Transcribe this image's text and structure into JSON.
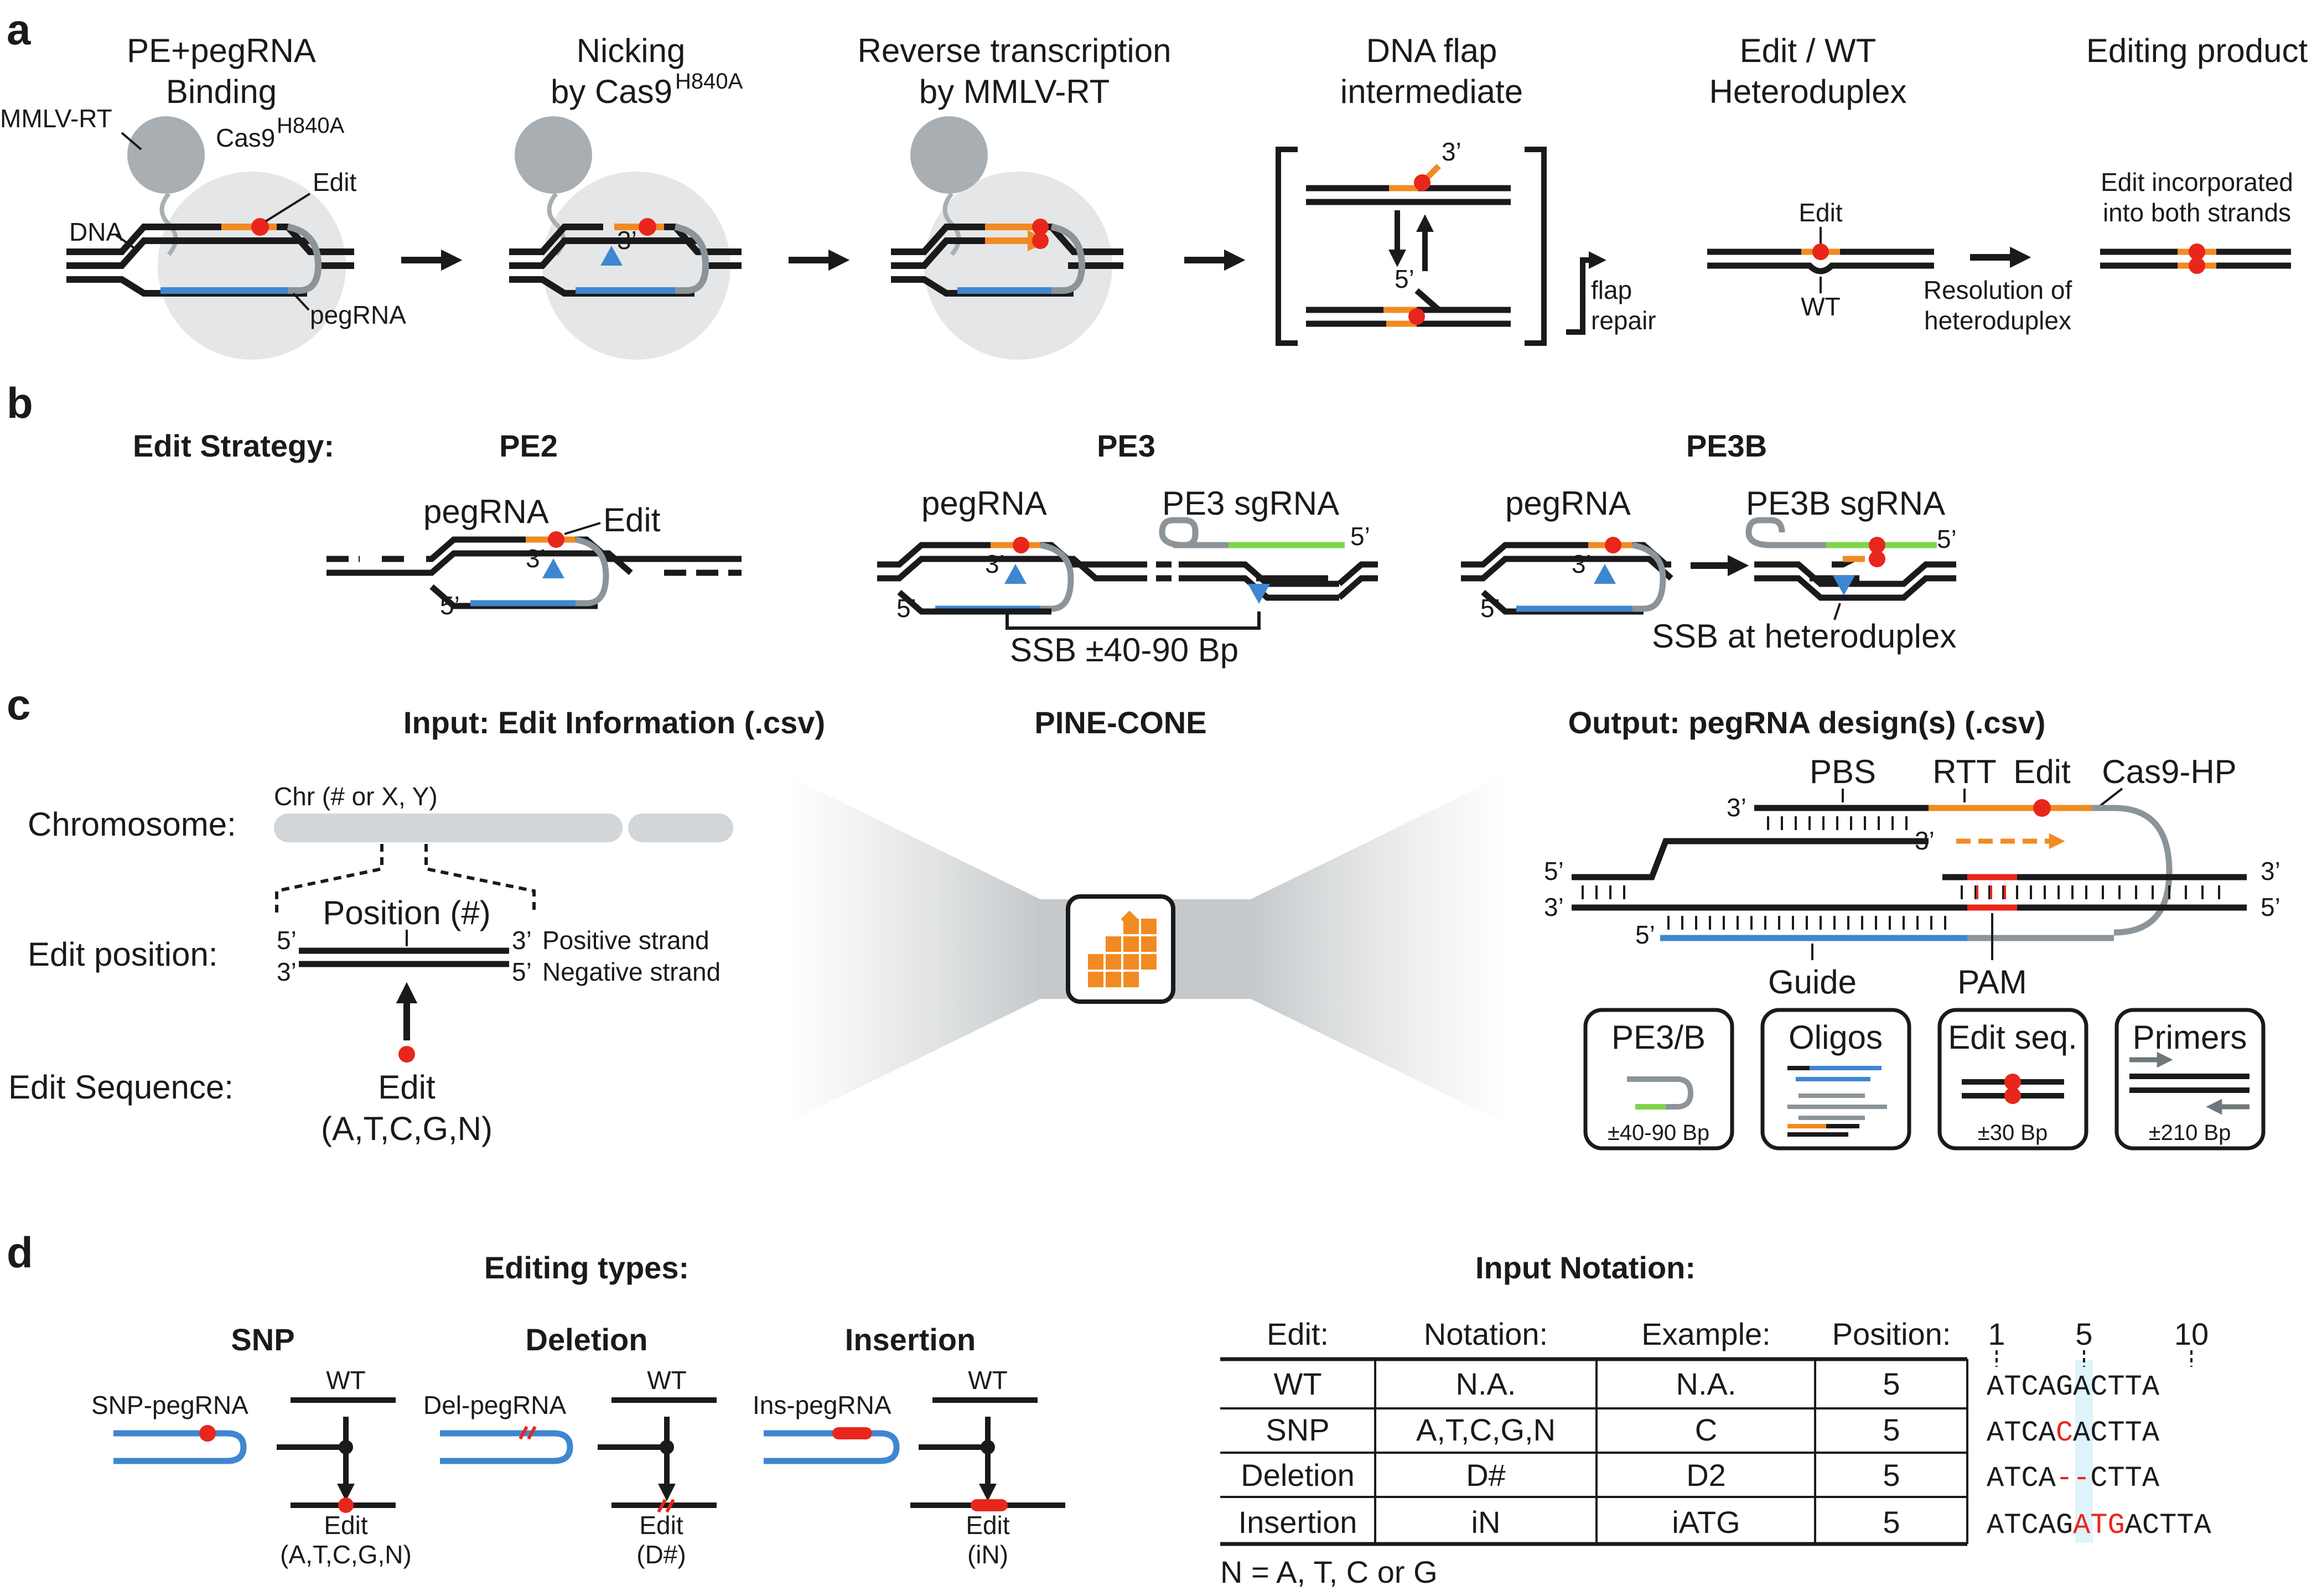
{
  "colors": {
    "dna": "#1a1a1a",
    "edit_dot": "#e8261c",
    "rtt_orange": "#f28a22",
    "pegrna_blue": "#3f86d1",
    "scaffold_gray": "#8c9499",
    "sgrna_green": "#7ed64a",
    "protein_gray": "#a8aeb1",
    "light_gray": "#d3d6d8",
    "nick_blue": "#3f86d1"
  },
  "panel_a": {
    "label": "a",
    "steps": [
      {
        "title1": "PE+pegRNA",
        "title2": "Binding"
      },
      {
        "title1": "Nicking",
        "title2": "by Cas9",
        "title2_sup": "H840A"
      },
      {
        "title1": "Reverse transcription",
        "title2": "by MMLV-RT"
      },
      {
        "title1": "DNA flap",
        "title2": "intermediate"
      },
      {
        "title1": "Edit / WT",
        "title2": "Heteroduplex"
      },
      {
        "title1": "Editing product",
        "title2": ""
      }
    ],
    "mmlv_rt": "MMLV-RT",
    "cas9": "Cas9",
    "cas9_sup": "H840A",
    "edit": "Edit",
    "dna": "DNA",
    "pegrna": "pegRNA",
    "three_prime": "3’",
    "five_prime": "5’",
    "flap_repair1": "flap",
    "flap_repair2": "repair",
    "wt": "WT",
    "resolution1": "Resolution of",
    "resolution2": "heteroduplex",
    "incorporated1": "Edit incorporated",
    "incorporated2": "into both strands"
  },
  "panel_b": {
    "label": "b",
    "strategy": "Edit Strategy:",
    "pe2": "PE2",
    "pe3": "PE3",
    "pe3b": "PE3B",
    "pegrna": "pegRNA",
    "edit": "Edit",
    "three_prime": "3’",
    "five_prime": "5’",
    "pe3_sgrna": "PE3 sgRNA",
    "pe3b_sgrna": "PE3B sgRNA",
    "ssb_range": "SSB ±40-90 Bp",
    "ssb_hetero": "SSB at heteroduplex"
  },
  "panel_c": {
    "label": "c",
    "input_title": "Input: Edit Information (.csv)",
    "center_title": "PINE-CONE",
    "output_title": "Output: pegRNA design(s) (.csv)",
    "chromosome": "Chromosome:",
    "chr_label": "Chr (# or X, Y)",
    "position": "Position (#)",
    "edit_position": "Edit position:",
    "positive": "Positive strand",
    "negative": "Negative strand",
    "edit_sequence": "Edit Sequence:",
    "edit": "Edit",
    "bases": "(A,T,C,G,N)",
    "three_prime": "3’",
    "five_prime": "5’",
    "pbs": "PBS",
    "rtt": "RTT",
    "cas9_hp": "Cas9-HP",
    "guide": "Guide",
    "pam": "PAM",
    "boxes": [
      {
        "title": "PE3/B",
        "sub": "±40-90 Bp"
      },
      {
        "title": "Oligos",
        "sub": ""
      },
      {
        "title": "Edit seq.",
        "sub": "±30 Bp"
      },
      {
        "title": "Primers",
        "sub": "±210 Bp"
      }
    ]
  },
  "panel_d": {
    "label": "d",
    "editing_types": "Editing types:",
    "input_notation": "Input Notation:",
    "types": [
      {
        "title": "SNP",
        "peg": "SNP-pegRNA",
        "wt": "WT",
        "edit": "Edit",
        "sub": "(A,T,C,G,N)"
      },
      {
        "title": "Deletion",
        "peg": "Del-pegRNA",
        "wt": "WT",
        "edit": "Edit",
        "sub": "(D#)"
      },
      {
        "title": "Insertion",
        "peg": "Ins-pegRNA",
        "wt": "WT",
        "edit": "Edit",
        "sub": "(iN)"
      }
    ],
    "table_headers": [
      "Edit:",
      "Notation:",
      "Example:",
      "Position:"
    ],
    "table_rows": [
      [
        "WT",
        "N.A.",
        "N.A.",
        "5"
      ],
      [
        "SNP",
        "A,T,C,G,N",
        "C",
        "5"
      ],
      [
        "Deletion",
        "D#",
        "D2",
        "5"
      ],
      [
        "Insertion",
        "iN",
        "iATG",
        "5"
      ]
    ],
    "ruler": [
      "1",
      "5",
      "10"
    ],
    "sequences": [
      {
        "pre": "ATCAG",
        "mid": "",
        "post": "ACTTA"
      },
      {
        "pre": "ATCA",
        "mid": "C",
        "post": "ACTTA"
      },
      {
        "pre": "ATCA",
        "mid": "--",
        "post": "CTTA"
      },
      {
        "pre": "ATCAG",
        "mid": "ATG",
        "post": "ACTTA"
      }
    ],
    "footnote": "N = A, T, C or G"
  }
}
